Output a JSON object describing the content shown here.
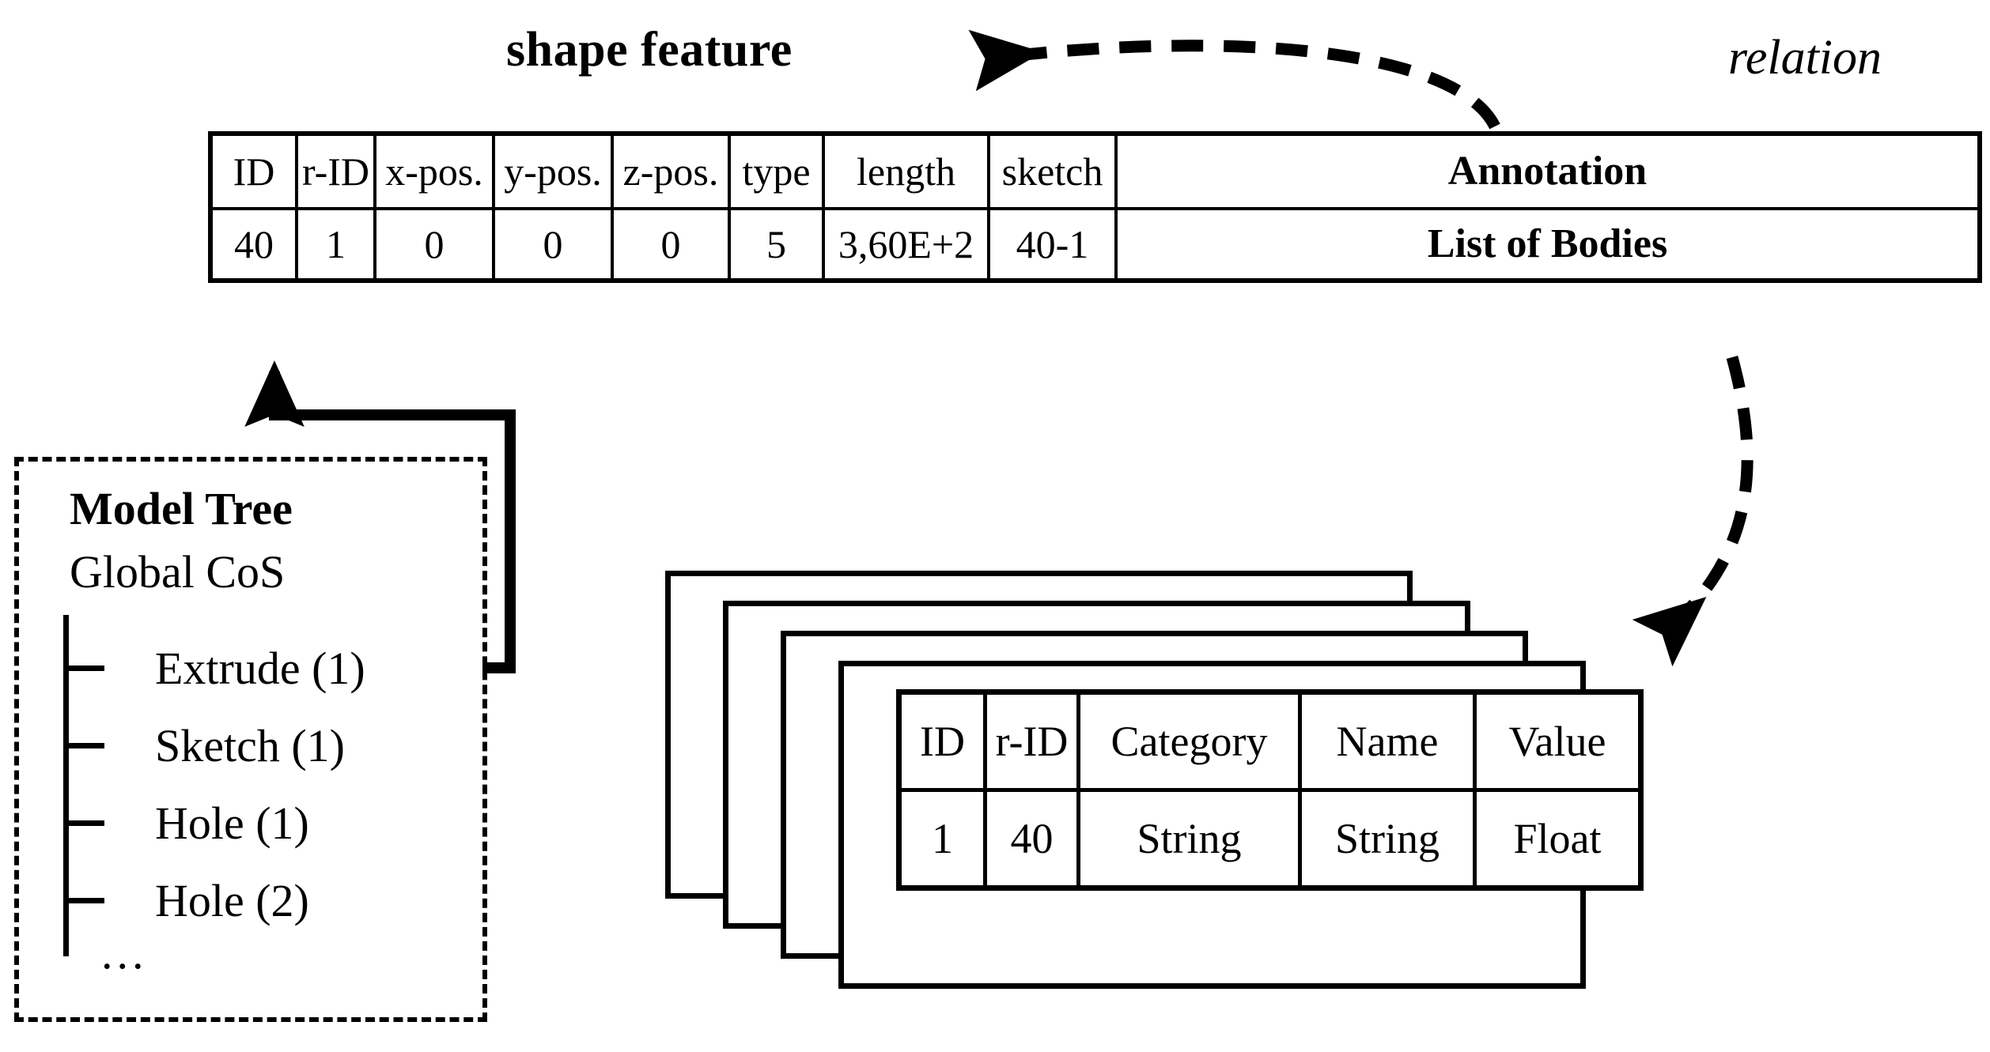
{
  "labels": {
    "shape_feature": "shape feature",
    "relation": "relation"
  },
  "relation_table": {
    "name": "shape-feature-relation-table",
    "headers": [
      "ID",
      "r-ID",
      "x-pos.",
      "y-pos.",
      "z-pos.",
      "type",
      "length",
      "sketch",
      "Annotation"
    ],
    "rows": [
      [
        "40",
        "1",
        "0",
        "0",
        "0",
        "5",
        "3,60E+2",
        "40-1",
        "List of Bodies"
      ]
    ],
    "bold_header_index": 8,
    "bold_cell_index": 8
  },
  "model_tree": {
    "title": "Model Tree",
    "root": "Global CoS",
    "items": [
      {
        "label": "Extrude (1)"
      },
      {
        "label": "Sketch (1)"
      },
      {
        "label": "Hole (1)"
      },
      {
        "label": "Hole (2)"
      }
    ],
    "ellipsis": "..."
  },
  "annotation_stack": {
    "card_count": 5,
    "headers": [
      "ID",
      "r-ID",
      "Category",
      "Name",
      "Value"
    ],
    "rows": [
      [
        "1",
        "40",
        "String",
        "String",
        "Float"
      ]
    ]
  },
  "colors": {
    "ink": "#000000",
    "background": "#ffffff"
  },
  "connectors": {
    "shape_feature_arrow": "dashed-curve-arrow-to-shape-feature",
    "annotation_arrow": "dashed-curve-arrow-to-annotation-stack",
    "model_tree_arrow": "solid-elbow-arrow-to-id-cell"
  }
}
